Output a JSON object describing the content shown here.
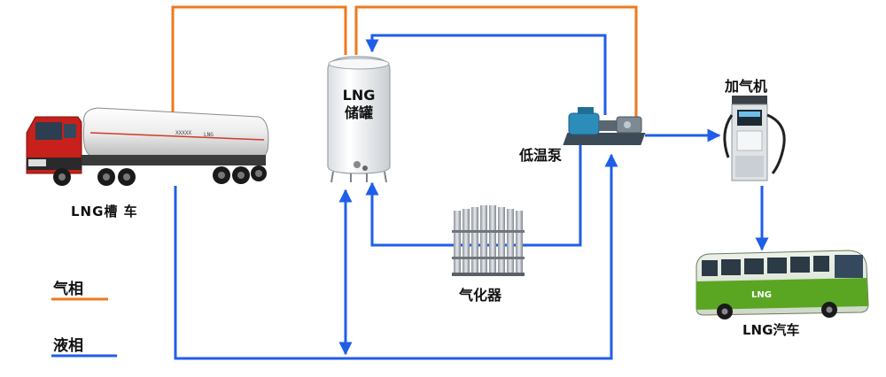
{
  "labels": {
    "tank_truck": "LNG槽 车",
    "storage_tank_line1": "LNG",
    "storage_tank_line2": "储罐",
    "cryo_pump": "低温泵",
    "dispenser": "加气机",
    "vaporizer": "气化器",
    "bus": "LNG汽车"
  },
  "legend": [
    {
      "label": "气相",
      "color": "#ee7a1e"
    },
    {
      "label": "液相",
      "color": "#1f5ee8"
    }
  ],
  "colors": {
    "gas_line": "#ee7a1e",
    "liquid_line": "#1f5ee8",
    "bus_green": "#5aa623",
    "tank_white": "#f2f2f2",
    "truck_red": "#c8201a"
  },
  "truck_markings": [
    "XXXXX",
    "LNG"
  ],
  "bus_logo": "LNG"
}
